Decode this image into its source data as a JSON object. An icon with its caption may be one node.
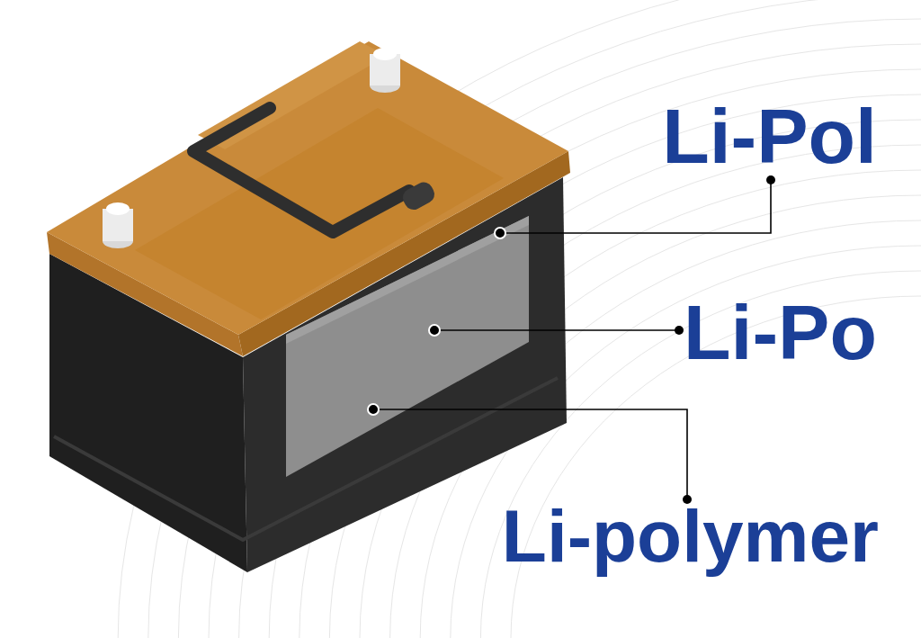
{
  "diagram": {
    "nodes": [
      {
        "text": [
          "Li-Pol"
        ]
      },
      {
        "text": [
          "Li-Po"
        ]
      },
      {
        "text": [
          "Li-polymer"
        ]
      }
    ],
    "edges": [
      {
        "from": 0,
        "to": null,
        "arrow": "other"
      },
      {
        "from": 1,
        "to": null,
        "arrow": "other"
      },
      {
        "from": 2,
        "to": null,
        "arrow": "other"
      }
    ]
  }
}
